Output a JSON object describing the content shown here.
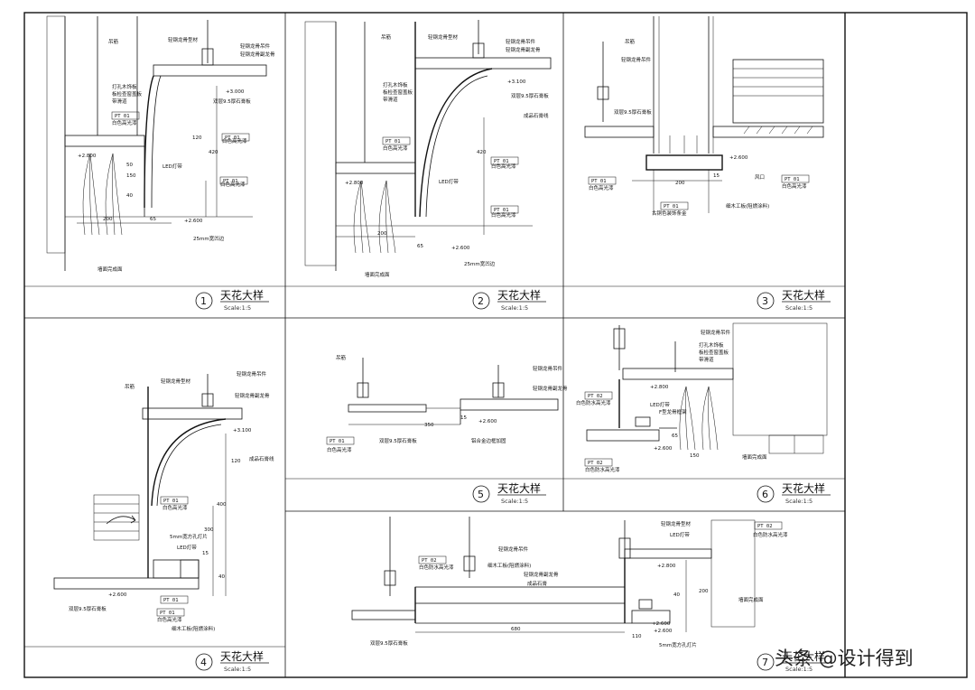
{
  "panels": [
    {
      "num": "1",
      "title": "天花大样",
      "scale": "Scale:1:5",
      "labels": [
        "吊筋",
        "轻钢龙骨型材",
        "轻钢龙骨吊件",
        "轻钢龙骨副龙骨",
        "打孔木饰板",
        "板检查窗盖板",
        "带滑道",
        "白色高光漆",
        "白色高光漆",
        "双层9.5厚石膏板",
        "LED灯带",
        "白色高光漆",
        "墙面完成面",
        "25mm宽凹边"
      ],
      "tags": [
        "PT 01",
        "PT 01",
        "PT 01"
      ],
      "dims": [
        "+3.000",
        "+2.800",
        "+2.600",
        "200",
        "65",
        "420",
        "120",
        "40",
        "150",
        "50"
      ]
    },
    {
      "num": "2",
      "title": "天花大样",
      "scale": "Scale:1:5",
      "labels": [
        "吊筋",
        "轻钢龙骨型材",
        "轻钢龙骨吊件",
        "轻钢龙骨副龙骨",
        "打孔木饰板",
        "板检查窗盖板",
        "带滑道",
        "双层9.5厚石膏板",
        "成品石膏线",
        "白色高光漆",
        "LED灯带",
        "白色高光漆",
        "白色高光漆",
        "墙面完成面",
        "25mm宽凹边"
      ],
      "tags": [
        "PT 01",
        "PT 01",
        "PT 01"
      ],
      "dims": [
        "+3.100",
        "+2.800",
        "+2.600",
        "200",
        "65",
        "420"
      ]
    },
    {
      "num": "3",
      "title": "天花大样",
      "scale": "Scale:1:5",
      "labels": [
        "吊筋",
        "轻钢龙骨吊件",
        "双层9.5厚石膏板",
        "白色高光漆",
        "古铜色装饰条金",
        "细木工板(阻燃涂料)",
        "风口",
        "白色高光漆"
      ],
      "tags": [
        "PT 01",
        "PT 01",
        "PT 01"
      ],
      "dims": [
        "+2.600",
        "200",
        "15"
      ]
    },
    {
      "num": "4",
      "title": "天花大样",
      "scale": "Scale:1:5",
      "labels": [
        "吊筋",
        "轻钢龙骨型材",
        "轻钢龙骨吊件",
        "轻钢龙骨副龙骨",
        "成品石膏线",
        "白色高光漆",
        "5mm宽方孔灯片",
        "LED灯带",
        "双层9.5厚石膏板",
        "白色高光漆",
        "细木工板(阻燃涂料)"
      ],
      "tags": [
        "PT 01",
        "PT 01",
        "PT 01"
      ],
      "dims": [
        "+3.100",
        "+2.600",
        "120",
        "300",
        "400",
        "40",
        "15"
      ]
    },
    {
      "num": "5",
      "title": "天花大样",
      "scale": "Scale:1:5",
      "labels": [
        "吊筋",
        "轻钢龙骨吊件",
        "轻钢龙骨副龙骨",
        "白色高光漆",
        "双层9.5厚石膏板",
        "铝合金边框加固"
      ],
      "tags": [
        "PT 01"
      ],
      "dims": [
        "+2.600",
        "350",
        "15"
      ]
    },
    {
      "num": "6",
      "title": "天花大样",
      "scale": "Scale:1:5",
      "labels": [
        "轻钢龙骨吊件",
        "打孔木饰板",
        "板检查窗盖板",
        "带滑道",
        "白色防水高光漆",
        "LED灯带",
        "F型龙骨框架",
        "白色防水高光漆",
        "墙面完成面"
      ],
      "tags": [
        "PT 02",
        "PT 02"
      ],
      "dims": [
        "+2.800",
        "+2.600",
        "150",
        "65"
      ]
    },
    {
      "num": "7",
      "title": "天花大样",
      "scale": "Scale:1:5",
      "labels": [
        "轻钢龙骨吊件",
        "轻钢龙骨型材",
        "LED灯带",
        "白色防水高光漆",
        "白色防水高光漆",
        "细木工板(阻燃涂料)",
        "轻钢龙骨副龙骨",
        "成品石膏",
        "双层9.5厚石膏板",
        "墙面完成面",
        "5mm宽方孔灯片"
      ],
      "tags": [
        "PT 02",
        "PT 02"
      ],
      "dims": [
        "+2.800",
        "+2.600",
        "+2.600",
        "680",
        "110",
        "40",
        "200"
      ]
    }
  ],
  "watermark": "头条 @设计得到"
}
